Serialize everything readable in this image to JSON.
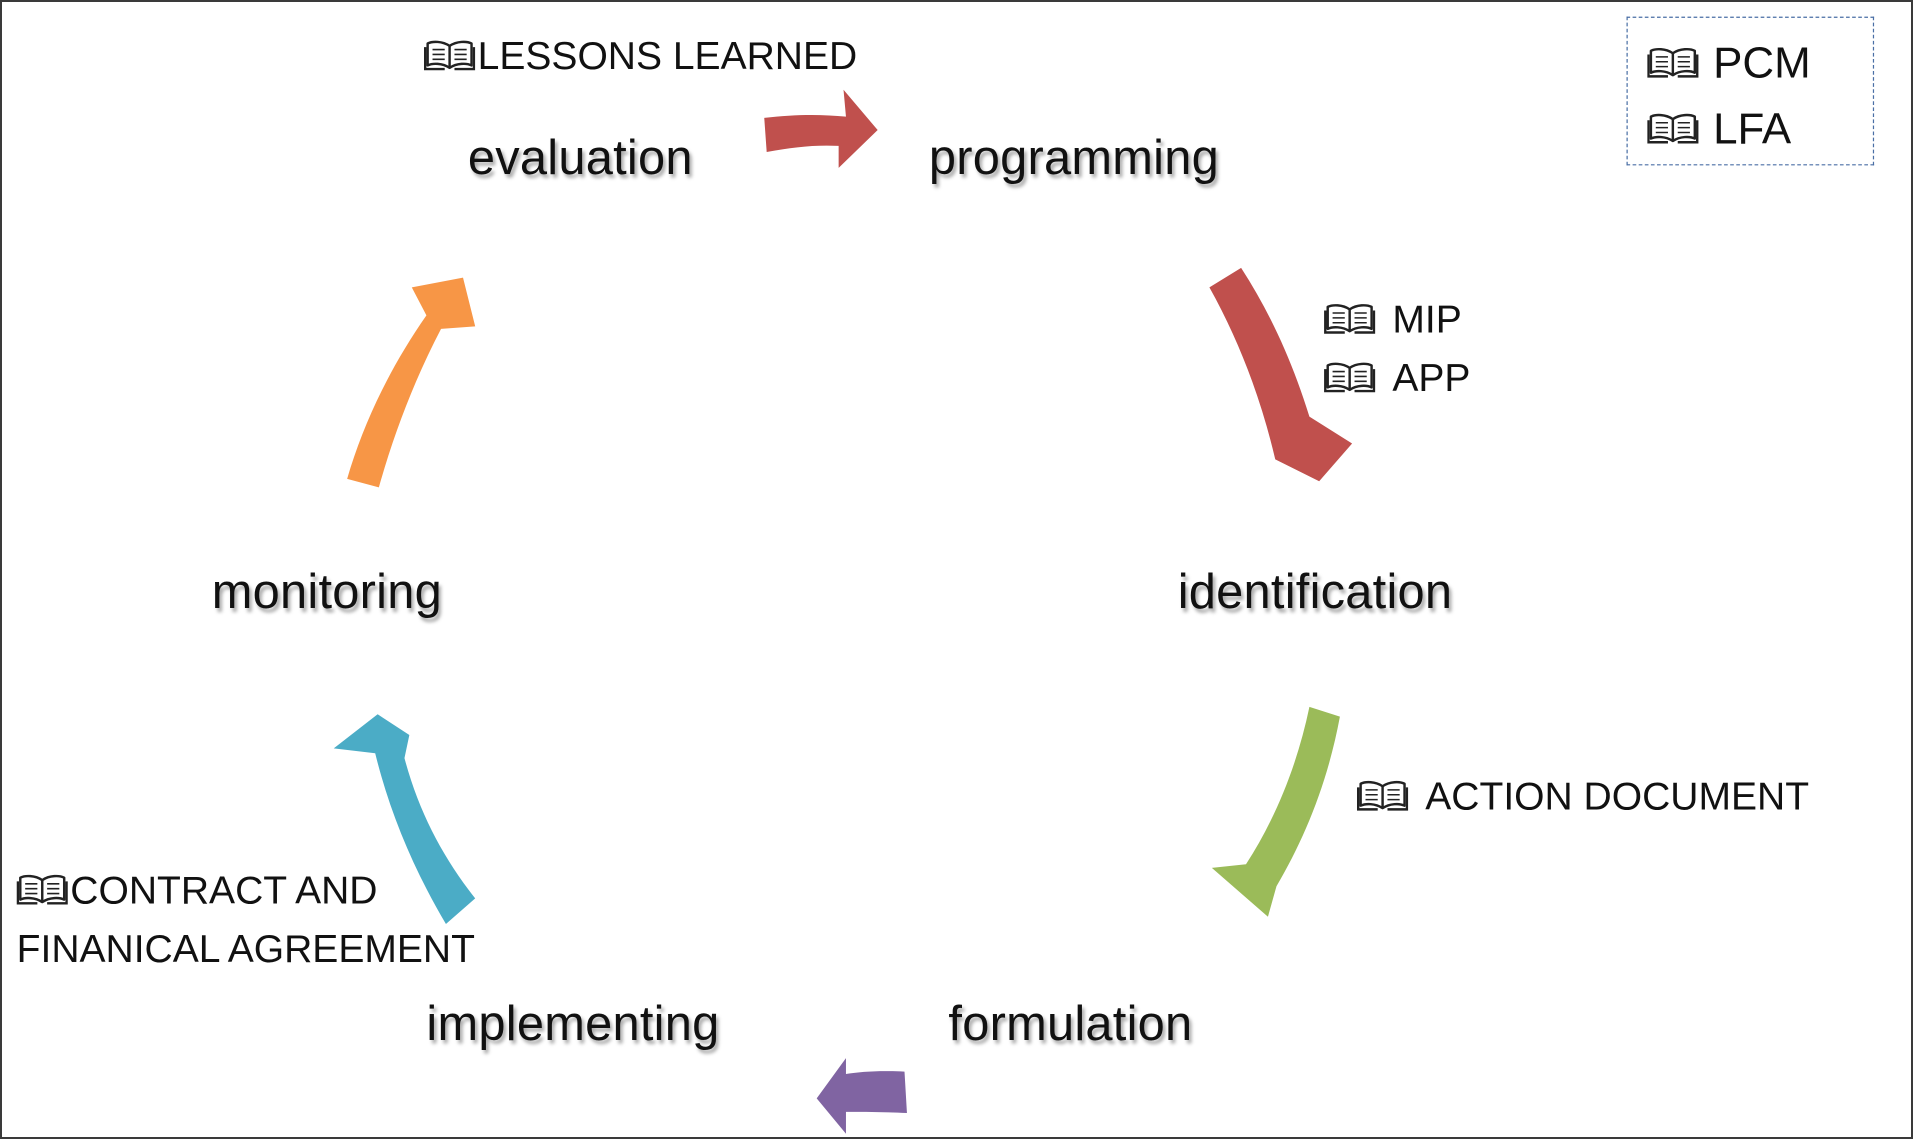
{
  "phases": {
    "programming": "programming",
    "identification": "identification",
    "formulation": "formulation",
    "implementing": "implementing",
    "monitoring": "monitoring",
    "evaluation": "evaluation"
  },
  "notes": {
    "lessons": "LESSONS LEARNED",
    "programming_docs": [
      "MIP",
      "APP"
    ],
    "identification_doc": "ACTION DOCUMENT",
    "contract_line1": "CONTRACT AND",
    "contract_line2": "FINANICAL AGREEMENT"
  },
  "legend": [
    "PCM",
    "LFA"
  ],
  "icons": {
    "document": "open-book-icon"
  },
  "colors": {
    "evaluation_to_programming": "#c0504d",
    "programming_to_identification": "#c0504d",
    "identification_to_formulation": "#9bbb59",
    "formulation_to_implementing": "#8064a2",
    "implementing_to_monitoring": "#4bacc6",
    "monitoring_to_evaluation": "#f79646"
  }
}
